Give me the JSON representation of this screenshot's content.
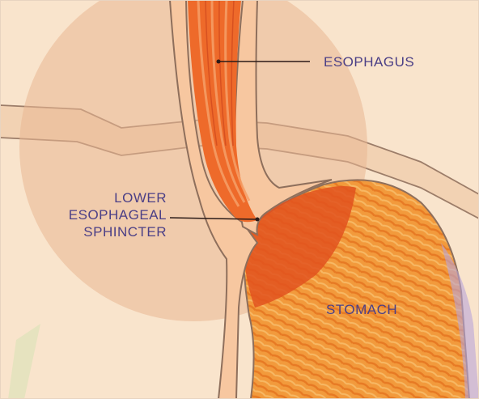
{
  "labels": {
    "esophagus": "ESOPHAGUS",
    "lower_esophageal_sphincter": [
      "LOWER",
      "ESOPHAGEAL",
      "SPHINCTER"
    ],
    "stomach": "STOMACH"
  },
  "colors": {
    "background": "#fbe8d2",
    "magnifier_circle": "#f0c8a4",
    "esophagus_wall": "#f6b585",
    "esophagus_lumen": "#ee6a2a",
    "sphincter": "#e2521f",
    "stomach": "#f29a3c",
    "outline": "#8e6f5c",
    "label_text": "#4b3f86",
    "leader_line": "#2b1b18"
  }
}
